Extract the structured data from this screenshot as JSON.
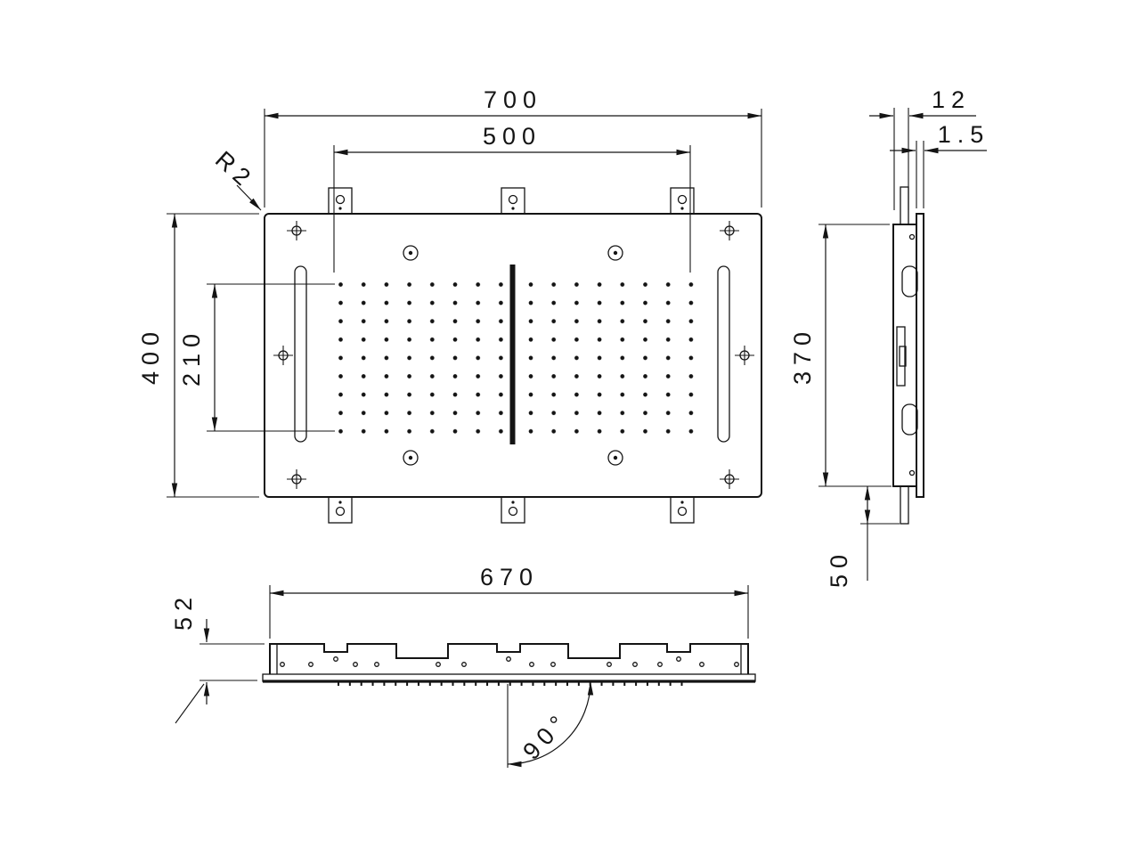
{
  "plan_view": {
    "width": "700",
    "nozzle_field_width": "500",
    "height": "400",
    "nozzle_field_height": "210",
    "corner_radius": "R2"
  },
  "side_view": {
    "top_dim": "12",
    "panel_thickness": "1.5",
    "bracket_height": "370",
    "bottom_offset": "50"
  },
  "front_view": {
    "frame_width": "670",
    "profile_height": "52",
    "mount_angle": "90°"
  },
  "colors": {
    "line": "#141414",
    "background": "#ffffff"
  }
}
